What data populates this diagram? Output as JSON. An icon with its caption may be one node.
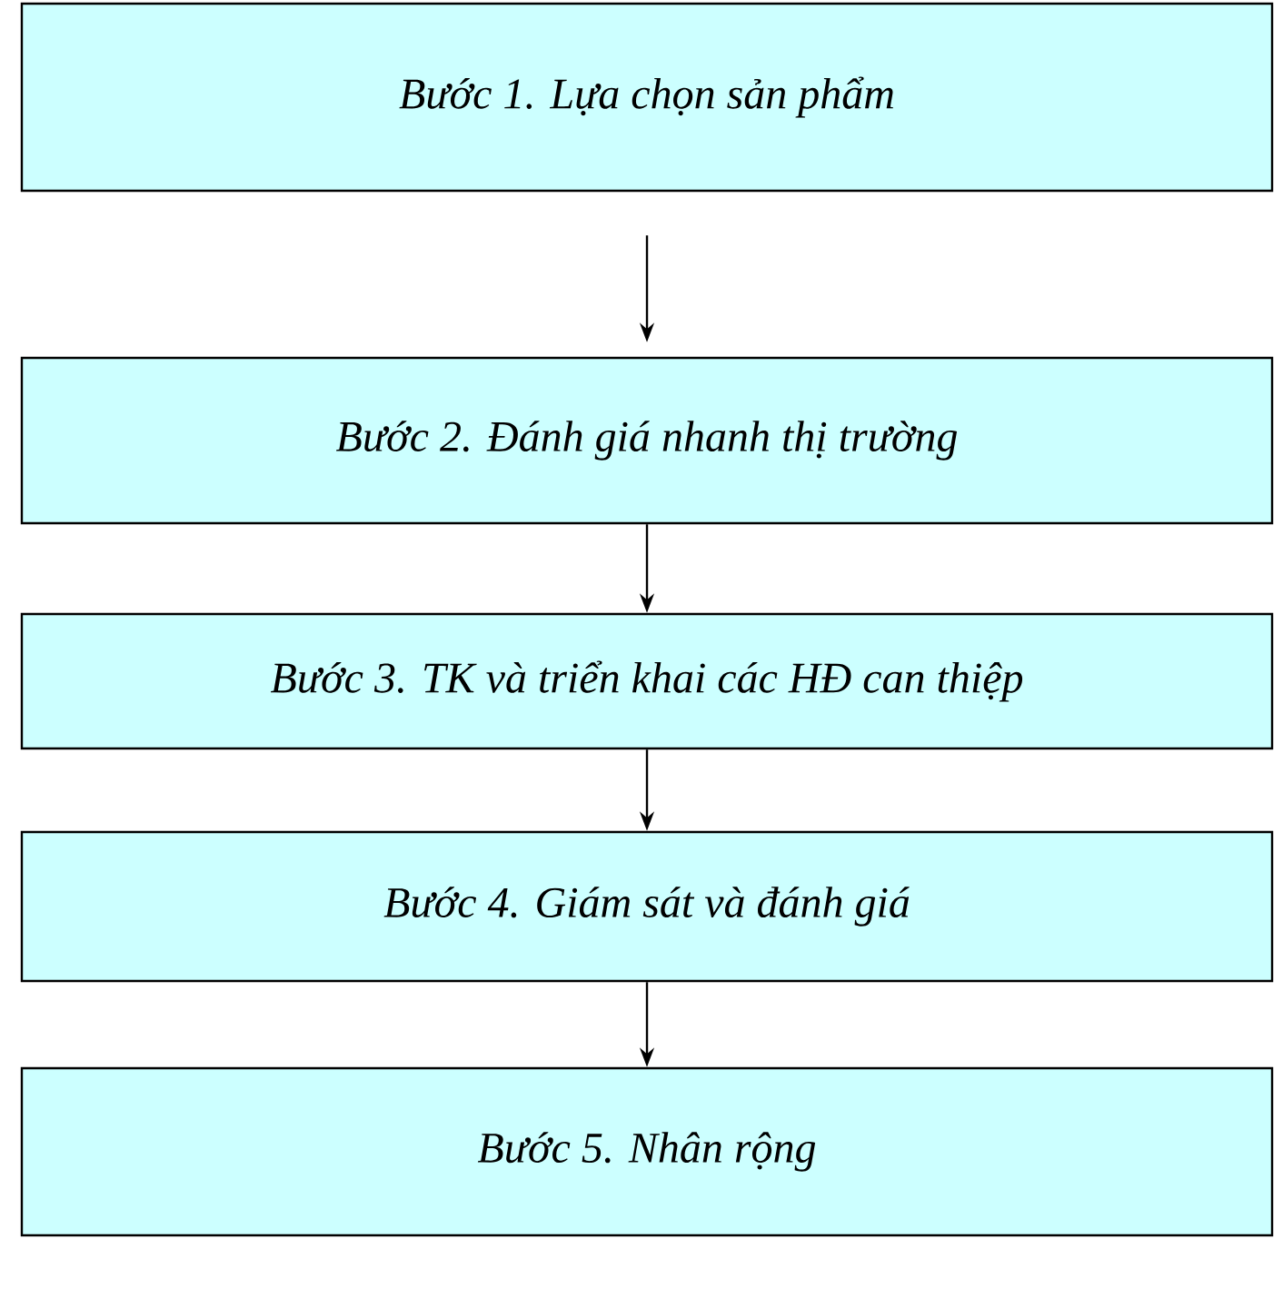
{
  "diagram": {
    "nodes": [
      {
        "text": [
          "Bước 1. Lựa chọn sản phẩm"
        ]
      },
      {
        "text": [
          "Bước 2. Đánh giá nhanh thị trường"
        ]
      },
      {
        "text": [
          "Bước 3. TK và triển khai các HĐ can thiệp"
        ]
      },
      {
        "text": [
          "Bước 4. Giám sát và đánh giá"
        ]
      },
      {
        "text": [
          "Bước 5. Nhân rộng"
        ]
      }
    ],
    "edges": [
      {
        "from": 0,
        "to": 1,
        "arrow": "to"
      },
      {
        "from": 1,
        "to": 2,
        "arrow": "to"
      },
      {
        "from": 2,
        "to": 3,
        "arrow": "to"
      },
      {
        "from": 3,
        "to": 4,
        "arrow": "to"
      }
    ]
  }
}
